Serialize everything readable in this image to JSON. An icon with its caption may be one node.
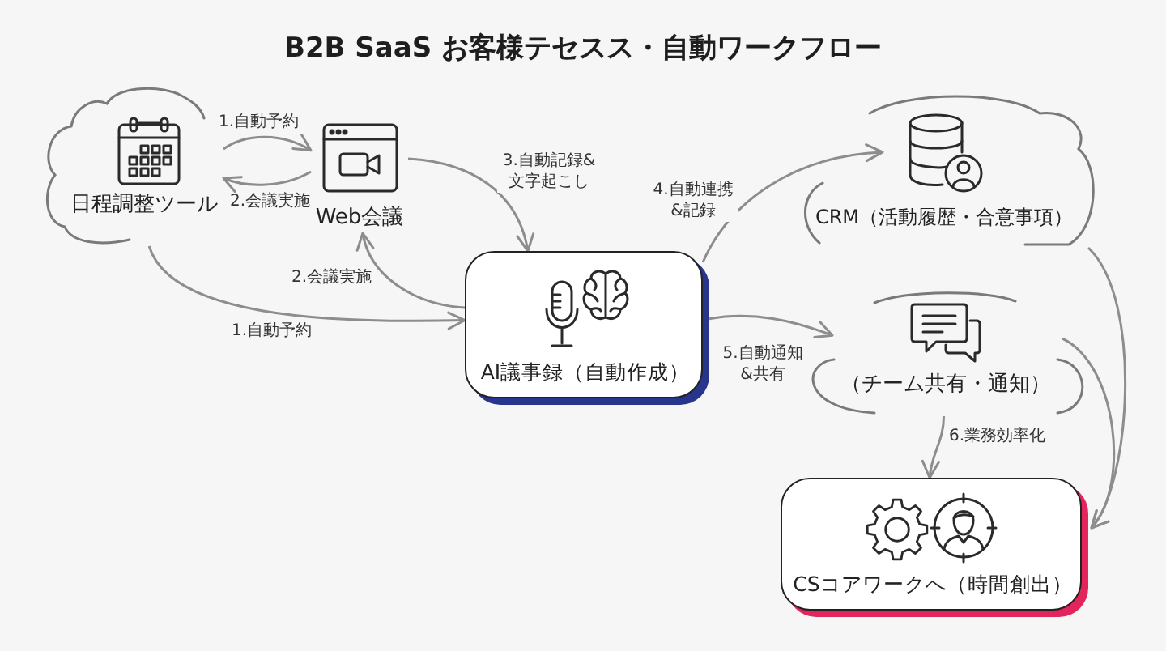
{
  "diagram": {
    "title": "B2B SaaS お客様テセスス・自動ワークフロー",
    "nodes": [
      {
        "text": [
          "日程調整ツール"
        ]
      },
      {
        "text": [
          "Web会議"
        ]
      },
      {
        "text": [
          "AI議事録（自動作成）"
        ]
      },
      {
        "text": [
          "CRM（活動履歴・合意事項）"
        ]
      },
      {
        "text": [
          "（チーム共有・通知）"
        ]
      },
      {
        "text": [
          "CSコアワークへ（時間創出）"
        ]
      }
    ],
    "edges": [
      {
        "from": 0,
        "to": 1,
        "arrow": "to",
        "label": "1.自動予約"
      },
      {
        "from": 1,
        "to": 0,
        "arrow": "to",
        "label": "2.会議実施"
      },
      {
        "from": 0,
        "to": 2,
        "arrow": "to",
        "label": "1.自動予約"
      },
      {
        "from": 2,
        "to": 1,
        "arrow": "to",
        "label": "2.会議実施"
      },
      {
        "from": 1,
        "to": 2,
        "arrow": "to",
        "label": "3.自動記録&文字起こし"
      },
      {
        "from": 2,
        "to": 3,
        "arrow": "to",
        "label": "4.自動連携&記録"
      },
      {
        "from": 2,
        "to": 4,
        "arrow": "to",
        "label": "5.自動通知&共有"
      },
      {
        "from": 4,
        "to": 5,
        "arrow": "to",
        "label": "6.業務効率化"
      },
      {
        "from": 3,
        "to": 5,
        "arrow": "to"
      },
      {
        "from": 4,
        "to": 5,
        "arrow": "to"
      }
    ]
  }
}
